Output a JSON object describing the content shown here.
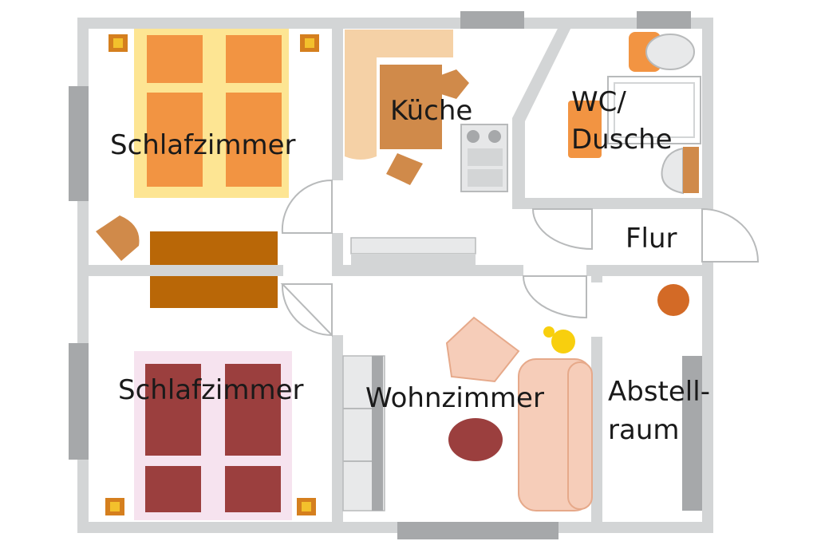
{
  "rooms": {
    "schlafzimmer_top": "Schlafzimmer",
    "kueche": "Küche",
    "wc_line1": "WC/",
    "wc_line2": "Dusche",
    "flur": "Flur",
    "schlafzimmer_bottom": "Schlafzimmer",
    "wohnzimmer": "Wohnzimmer",
    "abstell_line1": "Abstell-",
    "abstell_line2": "raum"
  },
  "colors": {
    "wall": "#d3d5d6",
    "window": "#a6a8aa",
    "bed_top_frame": "#fde593",
    "bed_top_mattress": "#f29442",
    "bed_bottom_frame": "#f6e3ef",
    "bed_bottom_mattress": "#9b3f3e",
    "desk": "#b96707",
    "lamp_box": "#d57f1e",
    "lamp_light": "#f3c02c",
    "counter": "#f5d1a6",
    "table": "#d08a4a",
    "chair": "#d99258",
    "stove": "#e6e7e8",
    "sofa": "#f6cdb9",
    "coffee_table": "#9b3f3e",
    "plant": "#d36a26",
    "yellow_lamp": "#f8cf0e",
    "sideboard": "#e8e9ea"
  }
}
